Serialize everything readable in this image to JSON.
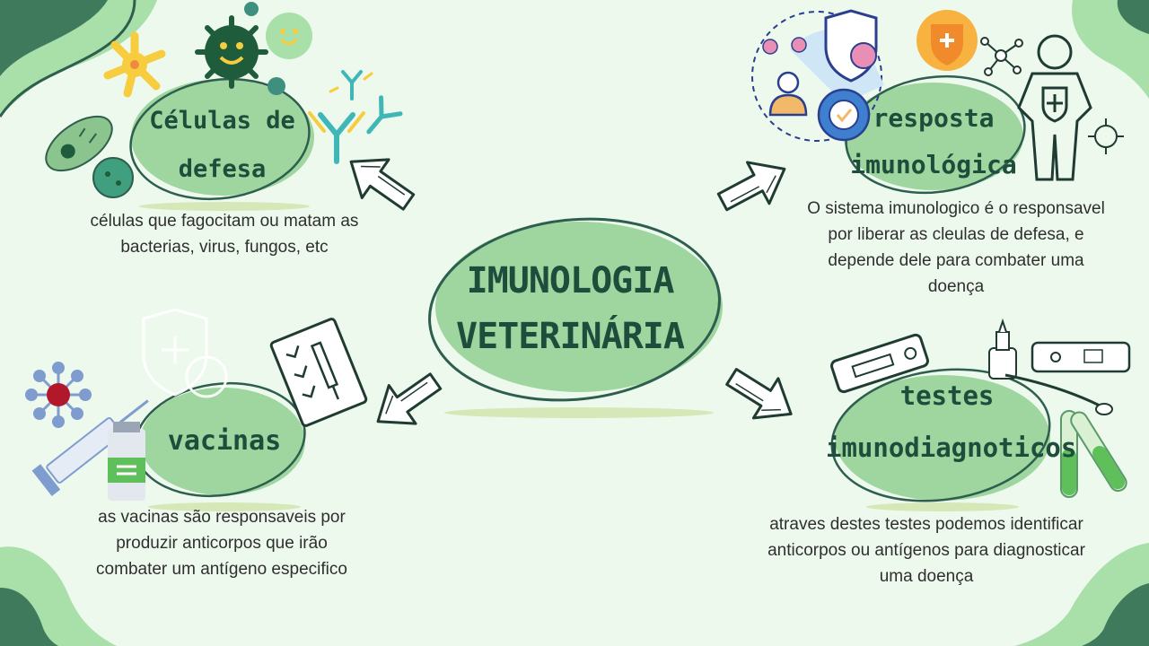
{
  "center": {
    "line1": "IMUNOLOGIA",
    "line2": "VETERINÁRIA"
  },
  "nodes": {
    "celulas": {
      "title_line1": "Células de",
      "title_line2": "defesa",
      "description_line1": "células que fagocitam ou matam as",
      "description_line2": "bacterias, virus, fungos, etc"
    },
    "resposta": {
      "title_line1": "resposta",
      "title_line2": "imunológica",
      "description_line1": "O sistema imunologico é o responsavel",
      "description_line2": "por liberar as cleulas de defesa, e",
      "description_line3": "depende dele para combater uma",
      "description_line4": "doença"
    },
    "vacinas": {
      "title": "vacinas",
      "description_line1": "as vacinas são responsaveis por",
      "description_line2": "produzir anticorpos que irão",
      "description_line3": "combater um antígeno especifico"
    },
    "testes": {
      "title_line1": "testes",
      "title_line2": "imunodiagnoticos",
      "description_line1": "atraves destes testes podemos identificar",
      "description_line2": "anticorpos ou antígenos para diagnosticar",
      "description_line3": "uma doença"
    }
  },
  "icons": [
    "corner-swirl",
    "virus-icon",
    "bacteria-icon",
    "antibody-icon",
    "shield-virus-icon",
    "person-icon",
    "gear-check-icon",
    "human-shield-icon",
    "molecule-icon",
    "syringe-icon",
    "vaccine-bottle-icon",
    "vaccination-card-icon",
    "rapid-test-icon",
    "dropper-bottle-icon",
    "swab-icon",
    "test-tube-icon"
  ],
  "colors": {
    "background": "#eef9ee",
    "node_fill": "#9fd6a0",
    "outline": "#2e5e4e",
    "title_text": "#1f4d3c"
  }
}
